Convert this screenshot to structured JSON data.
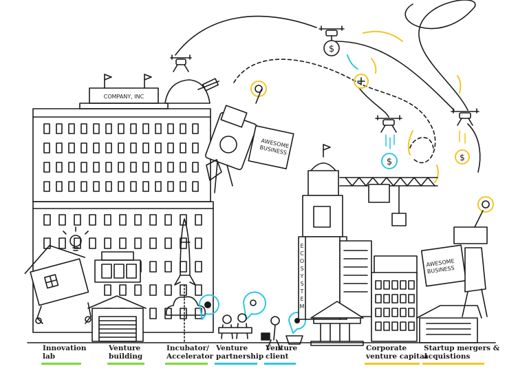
{
  "company_sign": "COMPANY, INC",
  "box_label_1": [
    "AWESOME",
    "BUSINESS"
  ],
  "box_label_2": [
    "AWESOME",
    "BUSINESS"
  ],
  "ecosystem_letters": [
    "E",
    "C",
    "O",
    "S",
    "Y",
    "S",
    "T",
    "E",
    "M"
  ],
  "categories": [
    {
      "line1": "Innovation",
      "line2": "lab",
      "color": "#7dd63a"
    },
    {
      "line1": "Venture",
      "line2": "building",
      "color": "#7dd63a"
    },
    {
      "line1": "Incubator/",
      "line2": "Accelerator",
      "color": "#7dd63a"
    },
    {
      "line1": "Venture",
      "line2": "partnership",
      "color": "#2ec7e0"
    },
    {
      "line1": "Venture",
      "line2": "client",
      "color": "#2ec7e0"
    },
    {
      "line1": "Corporate",
      "line2": "venture capital",
      "color": "#f3c623"
    },
    {
      "line1": "Startup mergers &",
      "line2": "acquistions",
      "color": "#f3c623"
    }
  ],
  "colors": {
    "ink": "#1a1a1a",
    "yellow": "#f3c623",
    "cyan": "#2ec7e0",
    "green": "#7dd63a"
  },
  "icons": [
    "dollar-coin-icon",
    "plus-icon",
    "lightbulb-icon",
    "drone-icon",
    "rocket-icon",
    "telescope-icon"
  ]
}
